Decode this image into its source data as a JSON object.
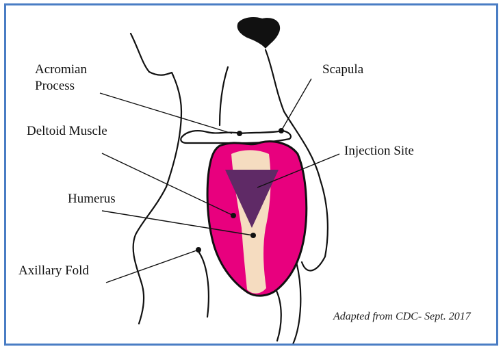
{
  "labels": {
    "acromion_line1": "Acromian",
    "acromion_line2": "Process",
    "scapula": "Scapula",
    "deltoid": "Deltoid Muscle",
    "injection_site": "Injection Site",
    "humerus": "Humerus",
    "axillary_fold": "Axillary Fold"
  },
  "caption": "Adapted from CDC- Sept. 2017",
  "colors": {
    "frame_border": "#4a7dc4",
    "deltoid_muscle": "#e8007e",
    "humerus_bone": "#f5dcc0",
    "injection_triangle": "#5f2a66",
    "outline": "#111111"
  }
}
